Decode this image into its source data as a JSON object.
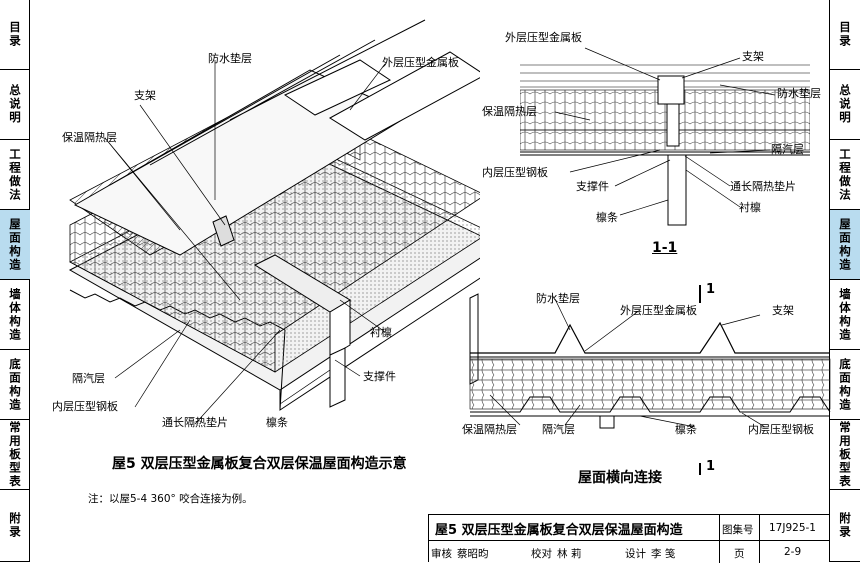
{
  "nav": {
    "left": [
      "目录",
      "总说明",
      "工程做法",
      "屋面构造",
      "墙体构造",
      "底面构造",
      "常用板型表",
      "附录"
    ],
    "right": [
      "目录",
      "总说明",
      "工程做法",
      "屋面构造",
      "墙体构造",
      "底面构造",
      "常用板型表",
      "附录"
    ],
    "active_index": 3,
    "active_color": "#b9dcef"
  },
  "iso_labels": {
    "waterproof": "防水垫层",
    "outer_panel": "外层压型金属板",
    "bracket": "支架",
    "insulation": "保温隔热层",
    "purlin_liner": "衬檩",
    "vapor": "隔汽层",
    "support": "支撑件",
    "inner_panel": "内层压型钢板",
    "pad": "通长隔热垫片",
    "purlin": "檩条"
  },
  "iso_caption": "屋5  双层压型金属板复合双层保温屋面构造示意",
  "section": {
    "outer_panel": "外层压型金属板",
    "bracket": "支架",
    "waterproof": "防水垫层",
    "insulation": "保温隔热层",
    "vapor": "隔汽层",
    "inner_panel": "内层压型钢板",
    "support": "支撑件",
    "pad": "通长隔热垫片",
    "purlin_liner": "衬檩",
    "purlin": "檩条",
    "title": "1-1"
  },
  "lateral": {
    "waterproof": "防水垫层",
    "outer_panel": "外层压型金属板",
    "bracket": "支架",
    "insulation": "保温隔热层",
    "vapor": "隔汽层",
    "purlin": "檩条",
    "inner_panel": "内层压型钢板",
    "cut_mark": "1",
    "caption": "屋面横向连接"
  },
  "note": "注：以屋5-4 360° 咬合连接为例。",
  "title_block": {
    "title": "屋5 双层压型金属板复合双层保温屋面构造",
    "atlas_label": "图集号",
    "atlas_no": "17J925-1",
    "review_label": "审核",
    "reviewer": "蔡昭昀",
    "check_label": "校对",
    "checker": "林 莉",
    "design_label": "设计",
    "designer": "李 笺",
    "page_label": "页",
    "page_no": "2-9"
  }
}
